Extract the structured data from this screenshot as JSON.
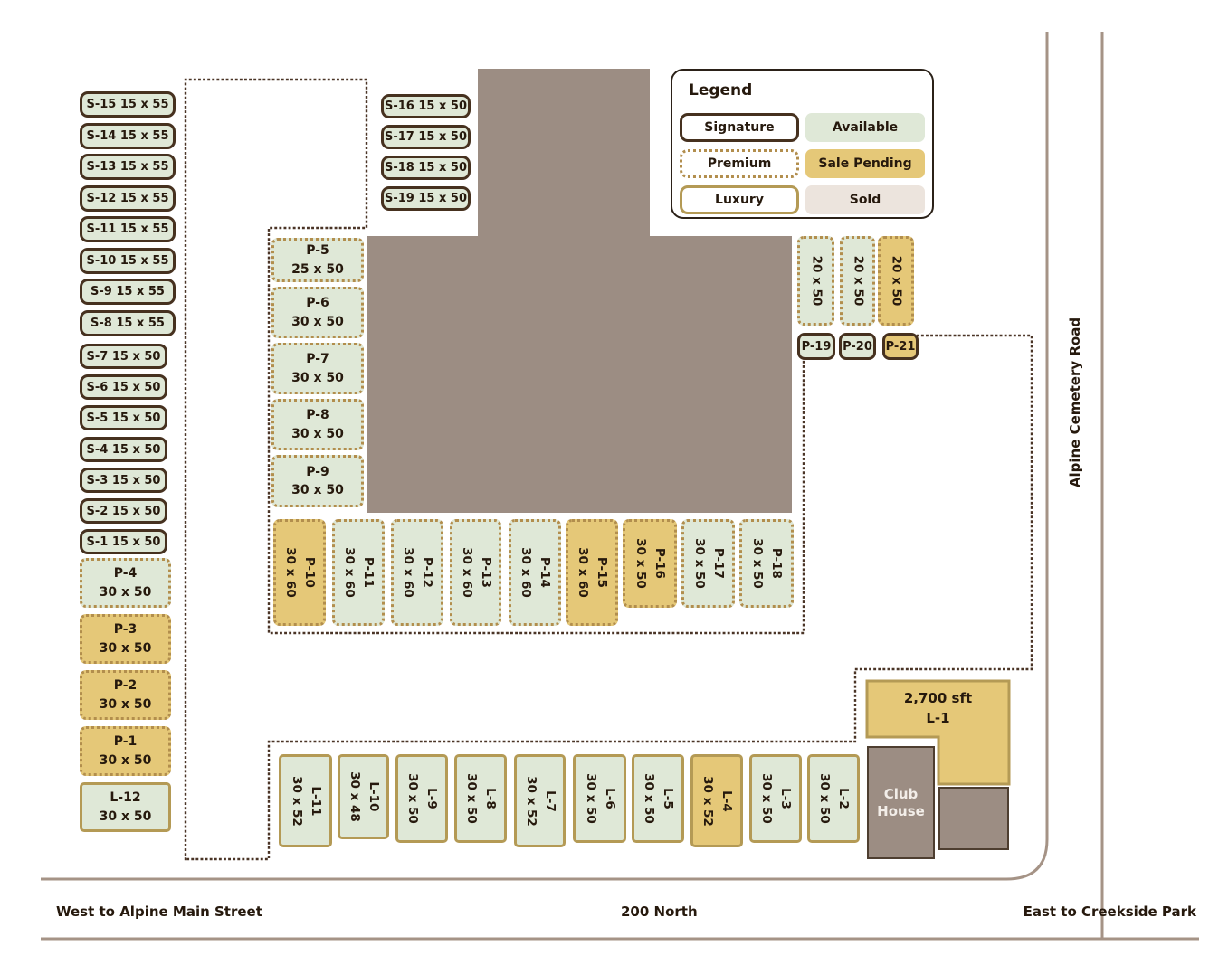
{
  "legend": {
    "title": "Legend",
    "tiers": [
      {
        "id": "signature",
        "label": "Signature"
      },
      {
        "id": "premium",
        "label": "Premium"
      },
      {
        "id": "luxury",
        "label": "Luxury"
      }
    ],
    "statuses": [
      {
        "id": "available",
        "label": "Available",
        "color": "#dfe8d7"
      },
      {
        "id": "pending",
        "label": "Sale Pending",
        "color": "#e5c878"
      },
      {
        "id": "sold",
        "label": "Sold",
        "color": "#ece4dd"
      }
    ]
  },
  "streets": {
    "west": "West to Alpine Main Street",
    "south": "200 North",
    "east": "East to Creekside Park",
    "vertical": "Alpine Cemetery Road"
  },
  "buildings": {
    "club_house": "Club House"
  },
  "colors": {
    "available_fill": "#dfe8d7",
    "pending_fill": "#e5c878",
    "sold_fill": "#ece4dd",
    "signature_border": "#46311f",
    "premium_border": "#b28e4d",
    "luxury_border": "#b49a55",
    "building": "#9c8d83",
    "road_line": "#a59386",
    "boundary_dots": "#4a3426",
    "text": "#26190d"
  },
  "lots": [
    {
      "id": "S-15",
      "label": "S-15",
      "dims": "15 x 55",
      "tier": "signature",
      "status": "available"
    },
    {
      "id": "S-14",
      "label": "S-14",
      "dims": "15 x 55",
      "tier": "signature",
      "status": "available"
    },
    {
      "id": "S-13",
      "label": "S-13",
      "dims": "15 x 55",
      "tier": "signature",
      "status": "available"
    },
    {
      "id": "S-12",
      "label": "S-12",
      "dims": "15 x 55",
      "tier": "signature",
      "status": "available"
    },
    {
      "id": "S-11",
      "label": "S-11",
      "dims": "15 x 55",
      "tier": "signature",
      "status": "available"
    },
    {
      "id": "S-10",
      "label": "S-10",
      "dims": "15 x 55",
      "tier": "signature",
      "status": "available"
    },
    {
      "id": "S-9",
      "label": "S-9",
      "dims": "15 x 55",
      "tier": "signature",
      "status": "available"
    },
    {
      "id": "S-8",
      "label": "S-8",
      "dims": "15 x 55",
      "tier": "signature",
      "status": "available"
    },
    {
      "id": "S-7",
      "label": "S-7",
      "dims": "15 x 50",
      "tier": "signature",
      "status": "available"
    },
    {
      "id": "S-6",
      "label": "S-6",
      "dims": "15 x 50",
      "tier": "signature",
      "status": "available"
    },
    {
      "id": "S-5",
      "label": "S-5",
      "dims": "15 x 50",
      "tier": "signature",
      "status": "available"
    },
    {
      "id": "S-4",
      "label": "S-4",
      "dims": "15 x 50",
      "tier": "signature",
      "status": "available"
    },
    {
      "id": "S-3",
      "label": "S-3",
      "dims": "15 x 50",
      "tier": "signature",
      "status": "available"
    },
    {
      "id": "S-2",
      "label": "S-2",
      "dims": "15 x 50",
      "tier": "signature",
      "status": "available"
    },
    {
      "id": "S-1",
      "label": "S-1",
      "dims": "15 x 50",
      "tier": "signature",
      "status": "available"
    },
    {
      "id": "S-16",
      "label": "S-16",
      "dims": "15 x 50",
      "tier": "signature",
      "status": "available"
    },
    {
      "id": "S-17",
      "label": "S-17",
      "dims": "15 x 50",
      "tier": "signature",
      "status": "available"
    },
    {
      "id": "S-18",
      "label": "S-18",
      "dims": "15 x 50",
      "tier": "signature",
      "status": "available"
    },
    {
      "id": "S-19",
      "label": "S-19",
      "dims": "15 x 50",
      "tier": "signature",
      "status": "available"
    },
    {
      "id": "P-4",
      "label": "P-4",
      "dims": "30 x 50",
      "tier": "premium",
      "status": "available"
    },
    {
      "id": "P-3",
      "label": "P-3",
      "dims": "30 x 50",
      "tier": "premium",
      "status": "pending"
    },
    {
      "id": "P-2",
      "label": "P-2",
      "dims": "30 x 50",
      "tier": "premium",
      "status": "pending"
    },
    {
      "id": "P-1",
      "label": "P-1",
      "dims": "30 x 50",
      "tier": "premium",
      "status": "pending"
    },
    {
      "id": "P-5",
      "label": "P-5",
      "dims": "25 x 50",
      "tier": "premium",
      "status": "available"
    },
    {
      "id": "P-6",
      "label": "P-6",
      "dims": "30 x 50",
      "tier": "premium",
      "status": "available"
    },
    {
      "id": "P-7",
      "label": "P-7",
      "dims": "30 x 50",
      "tier": "premium",
      "status": "available"
    },
    {
      "id": "P-8",
      "label": "P-8",
      "dims": "30 x 50",
      "tier": "premium",
      "status": "available"
    },
    {
      "id": "P-9",
      "label": "P-9",
      "dims": "30 x 50",
      "tier": "premium",
      "status": "available"
    },
    {
      "id": "P-10",
      "label": "P-10",
      "dims": "30 x 60",
      "tier": "premium",
      "status": "pending"
    },
    {
      "id": "P-11",
      "label": "P-11",
      "dims": "30 x 60",
      "tier": "premium",
      "status": "available"
    },
    {
      "id": "P-12",
      "label": "P-12",
      "dims": "30 x 60",
      "tier": "premium",
      "status": "available"
    },
    {
      "id": "P-13",
      "label": "P-13",
      "dims": "30 x 60",
      "tier": "premium",
      "status": "available"
    },
    {
      "id": "P-14",
      "label": "P-14",
      "dims": "30 x 60",
      "tier": "premium",
      "status": "available"
    },
    {
      "id": "P-15",
      "label": "P-15",
      "dims": "30 x 60",
      "tier": "premium",
      "status": "pending"
    },
    {
      "id": "P-16",
      "label": "P-16",
      "dims": "30 x 50",
      "tier": "premium",
      "status": "pending"
    },
    {
      "id": "P-17",
      "label": "P-17",
      "dims": "30 x 50",
      "tier": "premium",
      "status": "available"
    },
    {
      "id": "P-18",
      "label": "P-18",
      "dims": "30 x 50",
      "tier": "premium",
      "status": "available"
    },
    {
      "id": "P-19",
      "label": "P-19",
      "dims": "20 x 50",
      "tier": "premium",
      "status": "available"
    },
    {
      "id": "P-20",
      "label": "P-20",
      "dims": "20 x 50",
      "tier": "premium",
      "status": "available"
    },
    {
      "id": "P-21",
      "label": "P-21",
      "dims": "20 x 50",
      "tier": "premium",
      "status": "pending"
    },
    {
      "id": "L-12",
      "label": "L-12",
      "dims": "30 x 50",
      "tier": "luxury",
      "status": "available"
    },
    {
      "id": "L-11",
      "label": "L-11",
      "dims": "30 x 52",
      "tier": "luxury",
      "status": "available"
    },
    {
      "id": "L-10",
      "label": "L-10",
      "dims": "30 x 48",
      "tier": "luxury",
      "status": "available"
    },
    {
      "id": "L-9",
      "label": "L-9",
      "dims": "30 x 50",
      "tier": "luxury",
      "status": "available"
    },
    {
      "id": "L-8",
      "label": "L-8",
      "dims": "30 x 50",
      "tier": "luxury",
      "status": "available"
    },
    {
      "id": "L-7",
      "label": "L-7",
      "dims": "30 x 52",
      "tier": "luxury",
      "status": "available"
    },
    {
      "id": "L-6",
      "label": "L-6",
      "dims": "30 x 50",
      "tier": "luxury",
      "status": "available"
    },
    {
      "id": "L-5",
      "label": "L-5",
      "dims": "30 x 50",
      "tier": "luxury",
      "status": "available"
    },
    {
      "id": "L-4",
      "label": "L-4",
      "dims": "30 x 52",
      "tier": "luxury",
      "status": "pending"
    },
    {
      "id": "L-3",
      "label": "L-3",
      "dims": "30 x 50",
      "tier": "luxury",
      "status": "available"
    },
    {
      "id": "L-2",
      "label": "L-2",
      "dims": "30 x 50",
      "tier": "luxury",
      "status": "available"
    },
    {
      "id": "L-1",
      "label": "L-1",
      "dims": "2,700 sft",
      "tier": "luxury",
      "status": "pending"
    }
  ]
}
